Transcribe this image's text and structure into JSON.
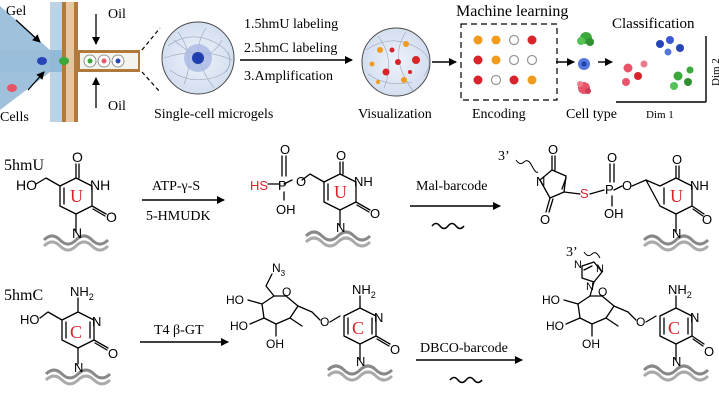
{
  "workflow": {
    "gel_label": "Gel",
    "cells_label": "Cells",
    "oil_top_label": "Oil",
    "oil_bottom_label": "Oil",
    "microgels_label": "Single-cell microgels",
    "step1": "1.5hmU labeling",
    "step2": "2.5hmC labeling",
    "step3": "3.Amplification",
    "visualization_label": "Visualization",
    "machine_learning_label": "Machine learning",
    "encoding_label": "Encoding",
    "cell_type_label": "Cell type",
    "classification_label": "Classification",
    "dim1_label": "Dim 1",
    "dim2_label": "Dim 2"
  },
  "row_5hmu": {
    "name": "5hmU",
    "base_letter": "U",
    "reagent1": "ATP-γ-S",
    "reagent2": "5-HMUDK",
    "reagent3": "Mal-barcode",
    "three_prime": "3’",
    "atoms": {
      "HO": "HO",
      "NH": "NH",
      "N": "N",
      "O": "O",
      "HS": "HS",
      "P": "P",
      "OH": "OH",
      "S": "S"
    }
  },
  "row_5hmc": {
    "name": "5hmC",
    "base_letter": "C",
    "reagent1": "T4 β-GT",
    "reagent2": "DBCO-barcode",
    "three_prime": "3’",
    "atoms": {
      "HO": "HO",
      "NH2": "NH",
      "N": "N",
      "O": "O",
      "OH": "OH",
      "N3": "N",
      "N3_sub": "3"
    }
  },
  "colors": {
    "red": "#d8232a",
    "orange": "#f29a1e",
    "gray": "#9a9a9a",
    "blue": "#2845b8",
    "green": "#3aa83a",
    "pink": "#e8556b",
    "channel": "#8fb6d6"
  }
}
